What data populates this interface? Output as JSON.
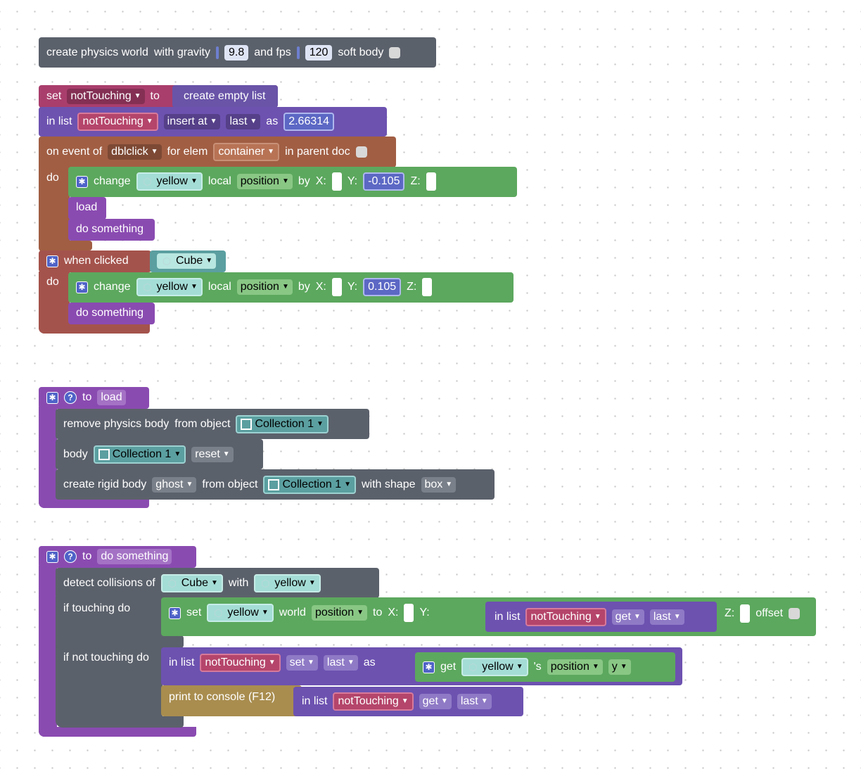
{
  "physics_world": {
    "label_create": "create physics world",
    "label_gravity": "with gravity",
    "gravity": "9.8",
    "label_fps": "and fps",
    "fps": "120",
    "label_soft_body": "soft body"
  },
  "set_block": {
    "set": "set",
    "var": "notTouching",
    "to": "to",
    "value": "create empty list"
  },
  "insert_block": {
    "in_list": "in list",
    "var": "notTouching",
    "mode": "insert at",
    "where": "last",
    "as": "as",
    "value": "2.66314"
  },
  "event_block": {
    "on_event": "on event of",
    "event": "dblclick",
    "for_elem": "for elem",
    "elem": "container",
    "in_parent": "in parent doc",
    "do": "do"
  },
  "change1": {
    "change": "change",
    "obj": "yellow",
    "local": "local",
    "prop": "position",
    "by": "by",
    "x": "X:",
    "y": "Y:",
    "y_val": "-0.105",
    "z": "Z:"
  },
  "call_load": "load",
  "call_do_something_1": "do something",
  "click_block": {
    "when_clicked": "when clicked",
    "obj": "Cube",
    "do": "do"
  },
  "change2": {
    "change": "change",
    "obj": "yellow",
    "local": "local",
    "prop": "position",
    "by": "by",
    "x": "X:",
    "y": "Y:",
    "y_val": "0.105",
    "z": "Z:"
  },
  "call_do_something_2": "do something",
  "func_load": {
    "to": "to",
    "name": "load",
    "remove": {
      "label": "remove physics body",
      "from": "from object",
      "obj": "Collection 1"
    },
    "body": {
      "label": "body",
      "obj": "Collection 1",
      "action": "reset"
    },
    "rigid": {
      "label": "create rigid body",
      "type": "ghost",
      "from": "from object",
      "obj": "Collection 1",
      "shape_label": "with shape",
      "shape": "box"
    }
  },
  "func_do_something": {
    "to": "to",
    "name": "do something",
    "detect": {
      "label": "detect collisions of",
      "obj": "Cube",
      "with": "with",
      "obj2": "yellow"
    },
    "if_touching": "if touching do",
    "if_not_touching": "if not touching do",
    "set_world": {
      "set": "set",
      "obj": "yellow",
      "world": "world",
      "prop": "position",
      "to": "to",
      "x": "X:",
      "y": "Y:",
      "in_list": "in list",
      "var": "notTouching",
      "get": "get",
      "where": "last",
      "z": "Z:",
      "offset": "offset"
    },
    "list_set": {
      "in_list": "in list",
      "var": "notTouching",
      "mode": "set",
      "where": "last",
      "as": "as",
      "get": "get",
      "obj": "yellow",
      "s": "'s",
      "prop": "position",
      "axis": "y"
    },
    "print": {
      "label": "print to console (F12)",
      "in_list": "in list",
      "var": "notTouching",
      "get": "get",
      "where": "last"
    }
  }
}
